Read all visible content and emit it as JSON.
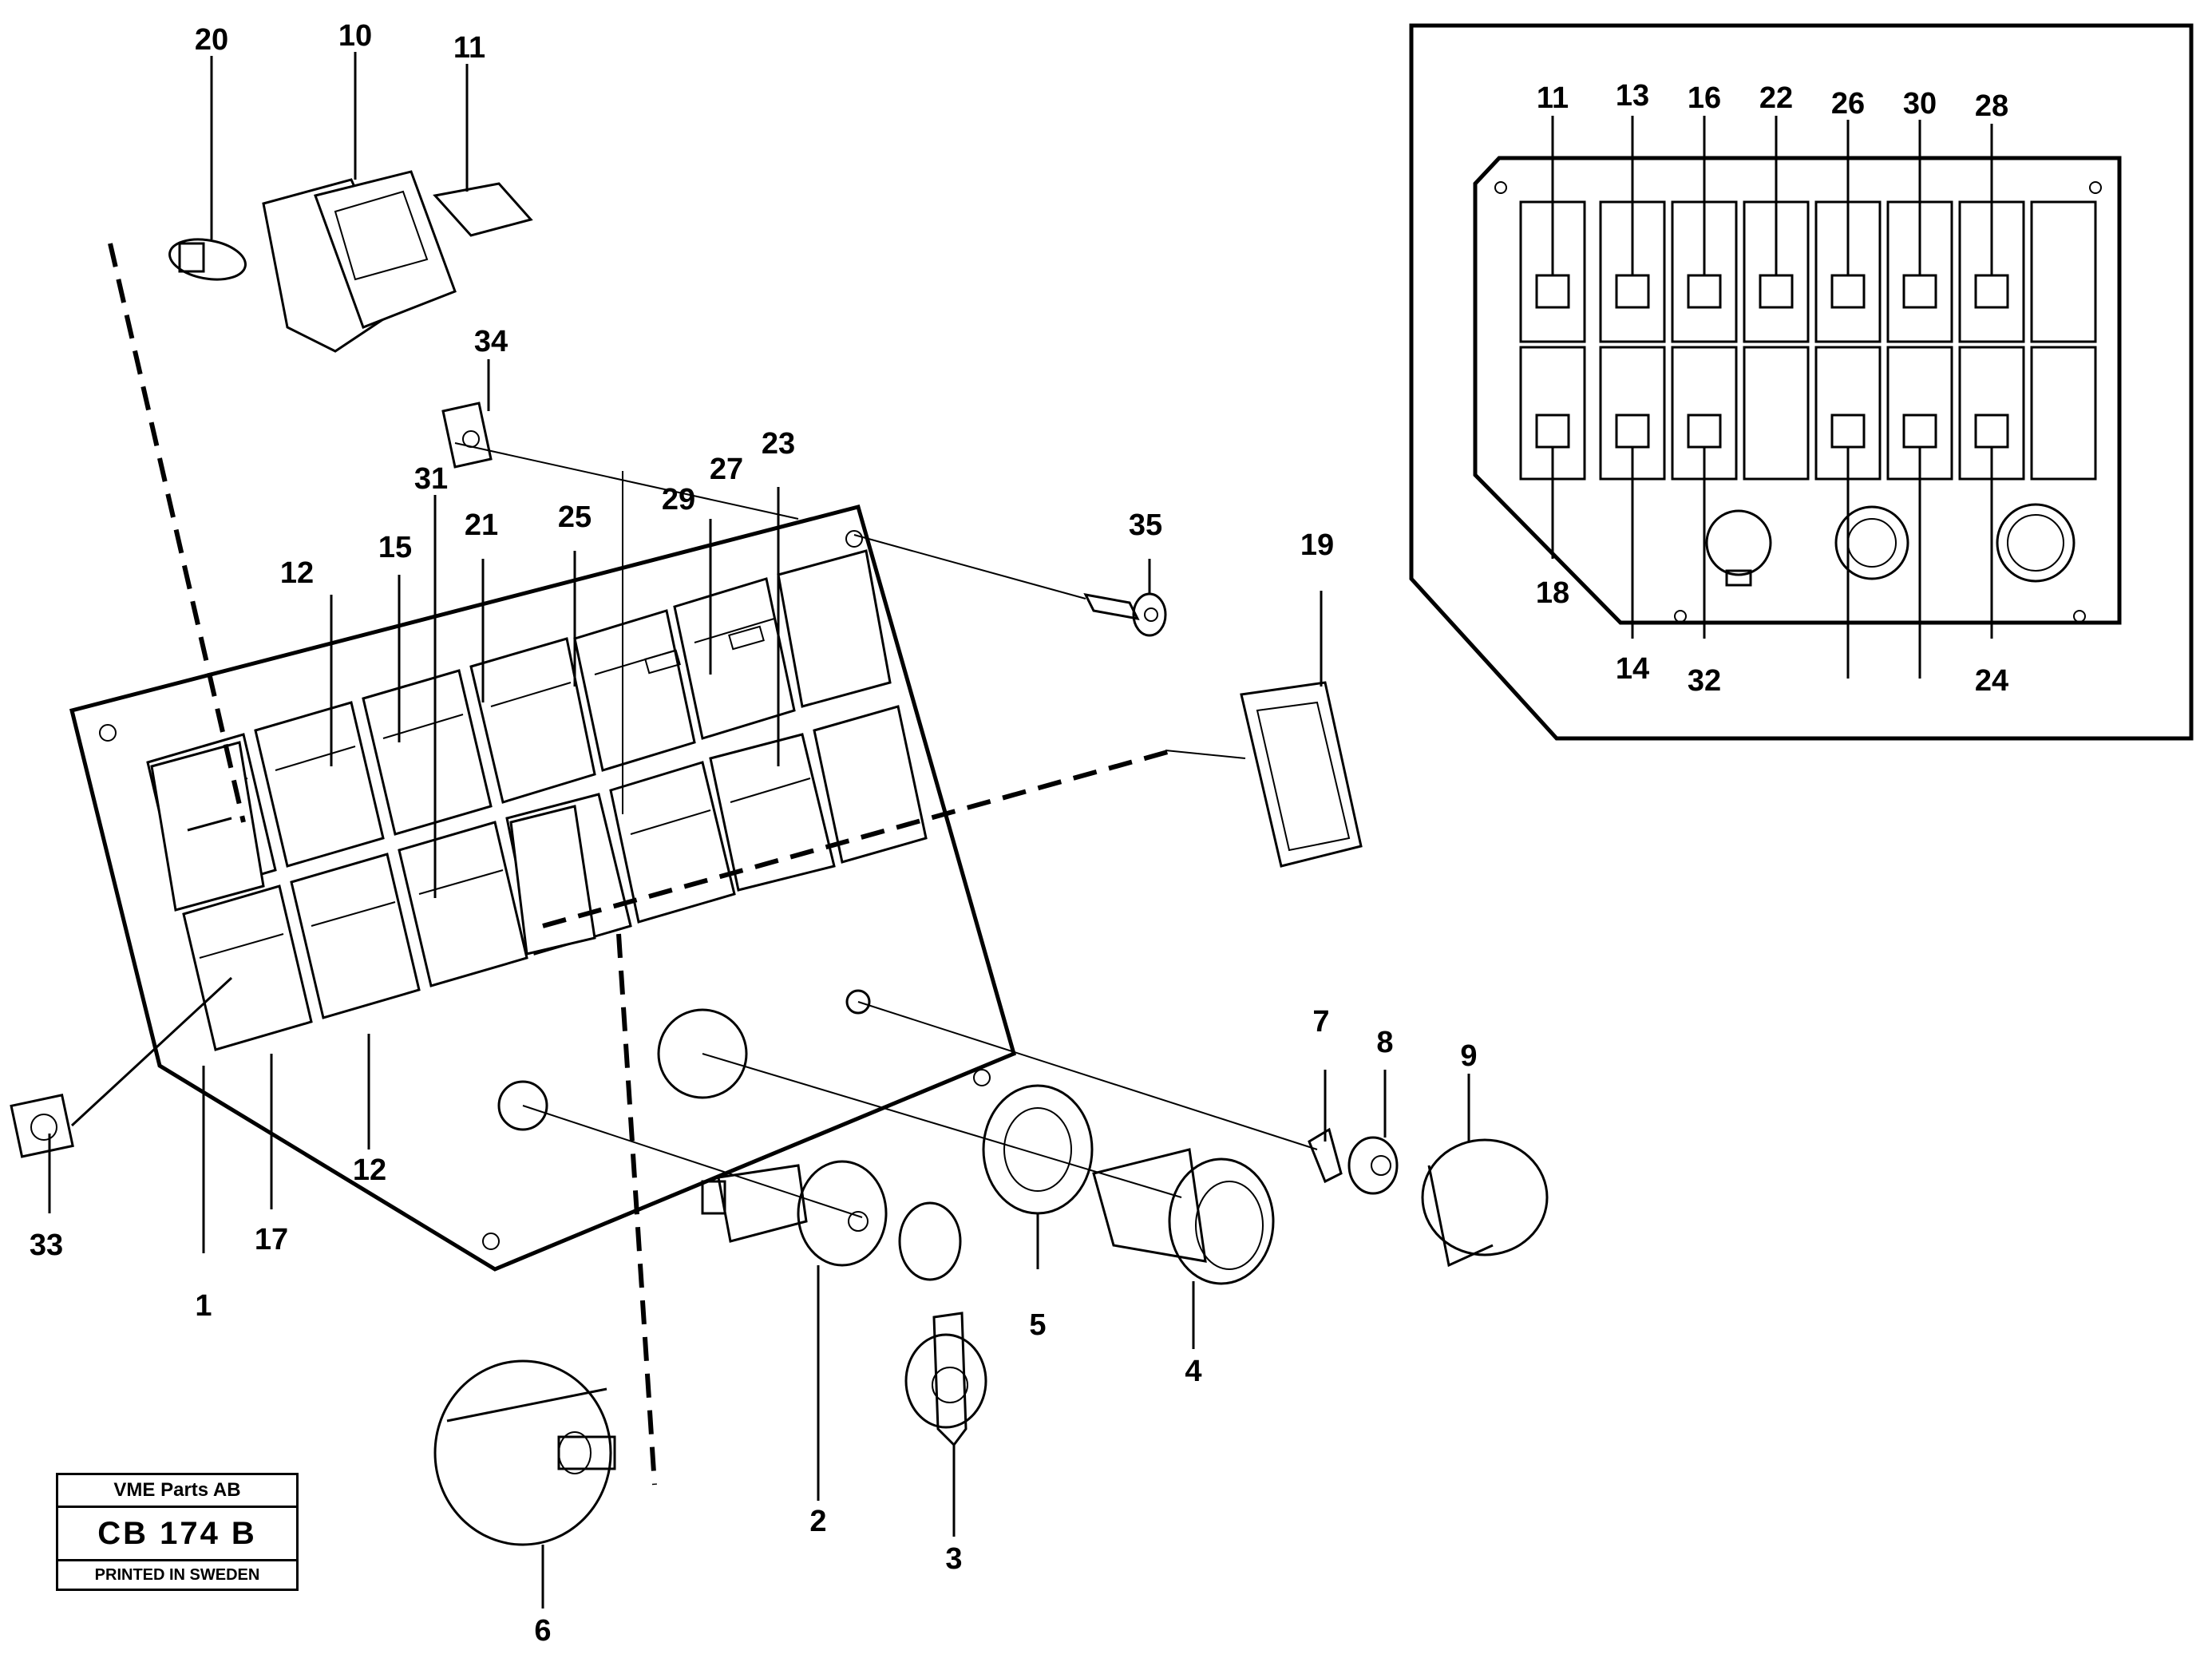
{
  "callouts": {
    "c20": "20",
    "c10": "10",
    "c11": "11",
    "c34": "34",
    "c31": "31",
    "c29": "29",
    "c27": "27",
    "c23": "23",
    "c35": "35",
    "c12a": "12",
    "c15": "15",
    "c21": "21",
    "c25": "25",
    "c19": "19",
    "c33": "33",
    "c17": "17",
    "c12b": "12",
    "c1": "1",
    "c7": "7",
    "c8": "8",
    "c9": "9",
    "c5": "5",
    "c4": "4",
    "c2": "2",
    "c3": "3",
    "c6": "6"
  },
  "inset_callouts": {
    "top": [
      "11",
      "13",
      "16",
      "22",
      "26",
      "30",
      "28"
    ],
    "bottom": [
      "18",
      "14",
      "32",
      "24"
    ]
  },
  "title_block": {
    "company": "VME Parts AB",
    "code": "CB 174 B",
    "printed": "PRINTED IN SWEDEN"
  }
}
